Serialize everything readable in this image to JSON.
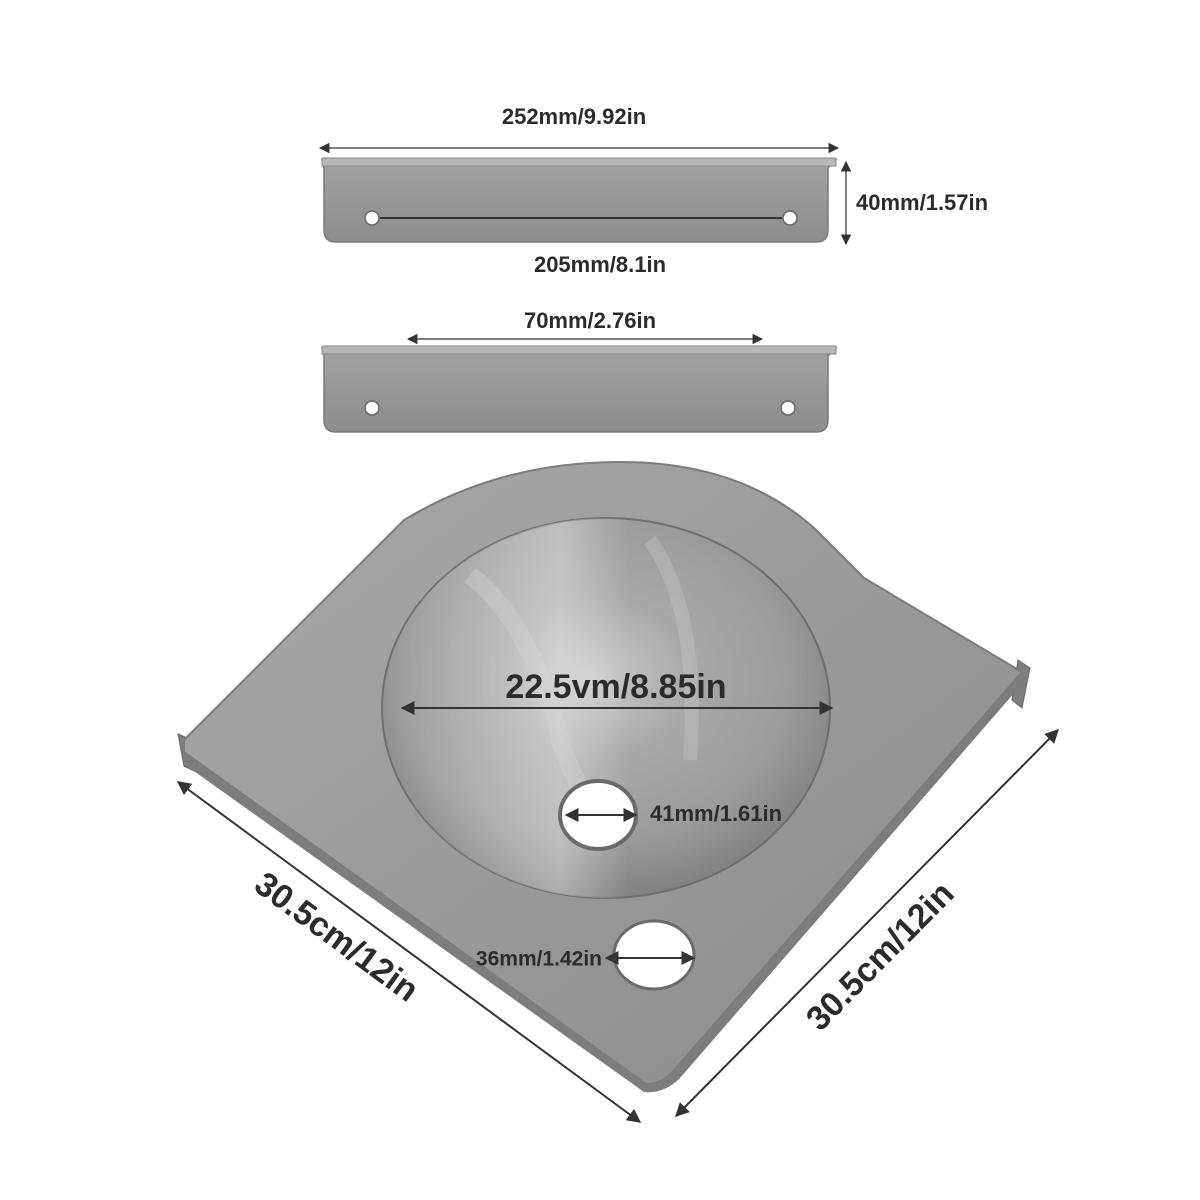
{
  "bracket_long": {
    "length_label": "252mm/9.92in",
    "height_label": "40mm/1.57in",
    "hole_spacing_label": "205mm/8.1in"
  },
  "bracket_short": {
    "length_label": "70mm/2.76in"
  },
  "basin": {
    "bowl_diameter_label": "22.5vm/8.85in",
    "drain_hole_label": "41mm/1.61in",
    "tap_hole_label": "36mm/1.42in",
    "left_edge_label": "30.5cm/12in",
    "right_edge_label": "30.5cm/12in"
  },
  "colors": {
    "steel_light": "#b4b4b4",
    "steel_mid": "#8e8e8e",
    "steel_dark": "#6f6f6f",
    "dimension_text": "#2b2b2b"
  }
}
